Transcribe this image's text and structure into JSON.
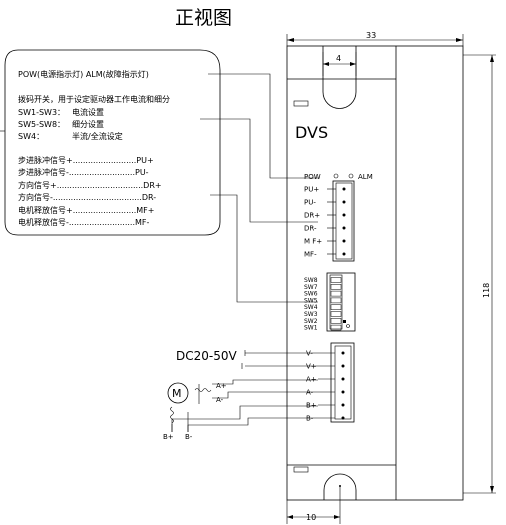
{
  "title": "正视图",
  "device": {
    "brand": "DVS",
    "indicators": [
      "POW",
      "ALM"
    ]
  },
  "dimensions": {
    "width": "33",
    "hole_offset": "4",
    "height": "118",
    "bottom": "10"
  },
  "legend": {
    "led_line": "POW(电源指示灯)   ALM(故障指示灯)",
    "switch_intro": "拨码开关，用于设定驱动器工作电流和细分",
    "switches": [
      {
        "name": "SW1-SW3：",
        "desc": "电流设置"
      },
      {
        "name": "SW5-SW8：",
        "desc": "细分设置"
      },
      {
        "name": "SW4：",
        "desc": "半流/全流设定"
      }
    ],
    "signals": [
      "步进脉冲信号+.........................PU+",
      "步进脉冲信号-..........................PU-",
      "方向信号+..................................DR+",
      "方向信号-...................................DR-",
      "电机释放信号+.........................MF+",
      "电机释放信号-..........................MF-"
    ]
  },
  "signal_terminals": [
    "PU+",
    "PU-",
    "DR+",
    "DR-",
    "M F+",
    "MF-"
  ],
  "dip_switches": [
    "SW8",
    "SW7",
    "SW6",
    "SW5",
    "SW4",
    "SW3",
    "SW2",
    "SW1"
  ],
  "power_label": "DC20-50V",
  "power_terminals": [
    "V-",
    "V+",
    "A+",
    "A-",
    "B+",
    "B-"
  ],
  "motor": {
    "symbol": "M",
    "coil_a": [
      "A+",
      "A-"
    ],
    "coil_b": [
      "B+",
      "B-"
    ]
  }
}
